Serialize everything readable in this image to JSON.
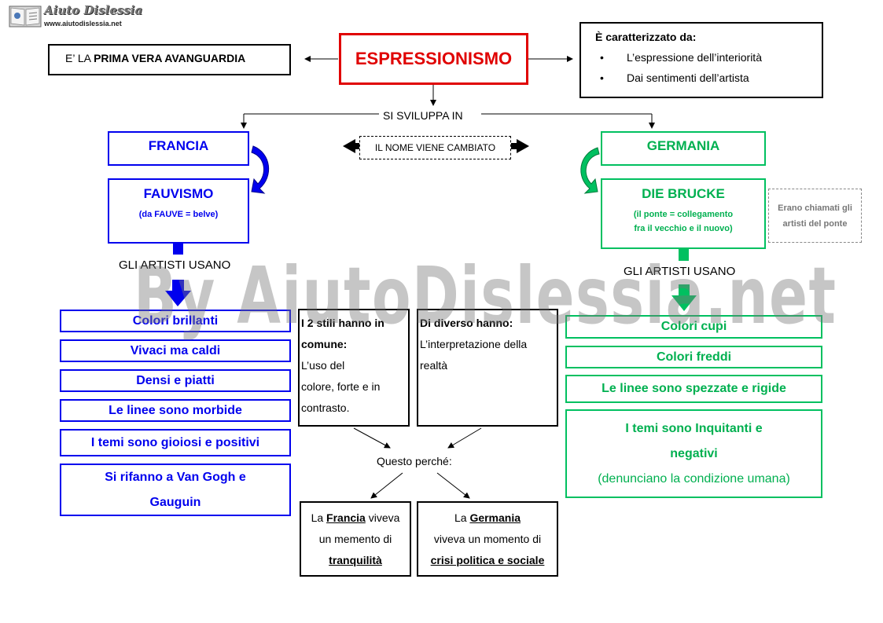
{
  "logo": {
    "brand": "Aiuto Dislessia",
    "url": "www.aiutodislessia.net"
  },
  "watermark": "By AiutoDislessia.net",
  "title": "ESPRESSIONISMO",
  "left_note": {
    "prefix": "E’ LA ",
    "bold": "PRIMA VERA AVANGUARDIA"
  },
  "characterized": {
    "heading": "È caratterizzato da:",
    "items": [
      "L’espressione dell’interiorità",
      "Dai sentimenti dell’artista"
    ]
  },
  "develops_in": "SI SVILUPPA IN",
  "name_changed": "IL NOME VIENE CAMBIATO",
  "france": {
    "country": "FRANCIA",
    "movement": "FAUVISMO",
    "movement_note": "(da FAUVE = belve)",
    "artists_use": "GLI ARTISTI USANO",
    "features": [
      "Colori brillanti",
      "Vivaci ma caldi",
      "Densi e piatti",
      "Le linee sono morbide",
      "I temi sono gioiosi e positivi",
      "Si rifanno a Van Gogh e Gauguin"
    ]
  },
  "germany": {
    "country": "GERMANIA",
    "movement": "DIE BRUCKE",
    "movement_note_1": "(il ponte = collegamento",
    "movement_note_2": "fra il vecchio e il nuovo)",
    "side_note": "Erano chiamati gli artisti del ponte",
    "artists_use": "GLI ARTISTI USANO",
    "features": [
      "Colori cupi",
      "Colori freddi",
      "Le linee sono spezzate e rigide"
    ],
    "themes_1": "I temi sono Inquitanti e",
    "themes_2": "negativi",
    "themes_3": "(denunciano la condizione umana)"
  },
  "common": {
    "heading_1": "I 2 stili hanno in",
    "heading_2": "comune:",
    "text_1": "L’uso del",
    "text_2": "colore, forte e in",
    "text_3": "contrasto."
  },
  "different": {
    "heading": "Di diverso hanno:",
    "text_1": "L’interpretazione della",
    "text_2": "realtà"
  },
  "reason": "Questo perché:",
  "france_reason": {
    "pre": "La ",
    "country": "Francia",
    "mid": " viveva",
    "line2": "un memento di",
    "state": "tranquilità"
  },
  "germany_reason": {
    "line1_pre": "La ",
    "country": "Germania",
    "line2": "viveva un momento di",
    "state": "crisi politica e sociale"
  },
  "colors": {
    "blue": "#0000ee",
    "green": "#00b050",
    "red": "#e00000"
  }
}
